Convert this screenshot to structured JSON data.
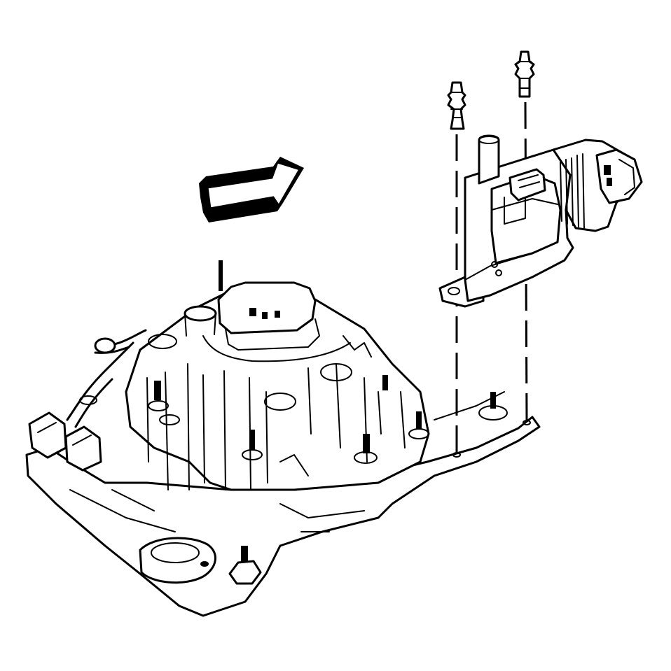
{
  "diagram": {
    "colors": {
      "line": "#000000",
      "background": "#ffffff"
    },
    "parts": [
      {
        "id": "direction-arrow",
        "icon": "arrow-right-icon"
      },
      {
        "id": "ignition-coil-bracket-assembly"
      },
      {
        "id": "mounting-stud-left"
      },
      {
        "id": "mounting-stud-right"
      },
      {
        "id": "intake-manifold"
      }
    ]
  }
}
